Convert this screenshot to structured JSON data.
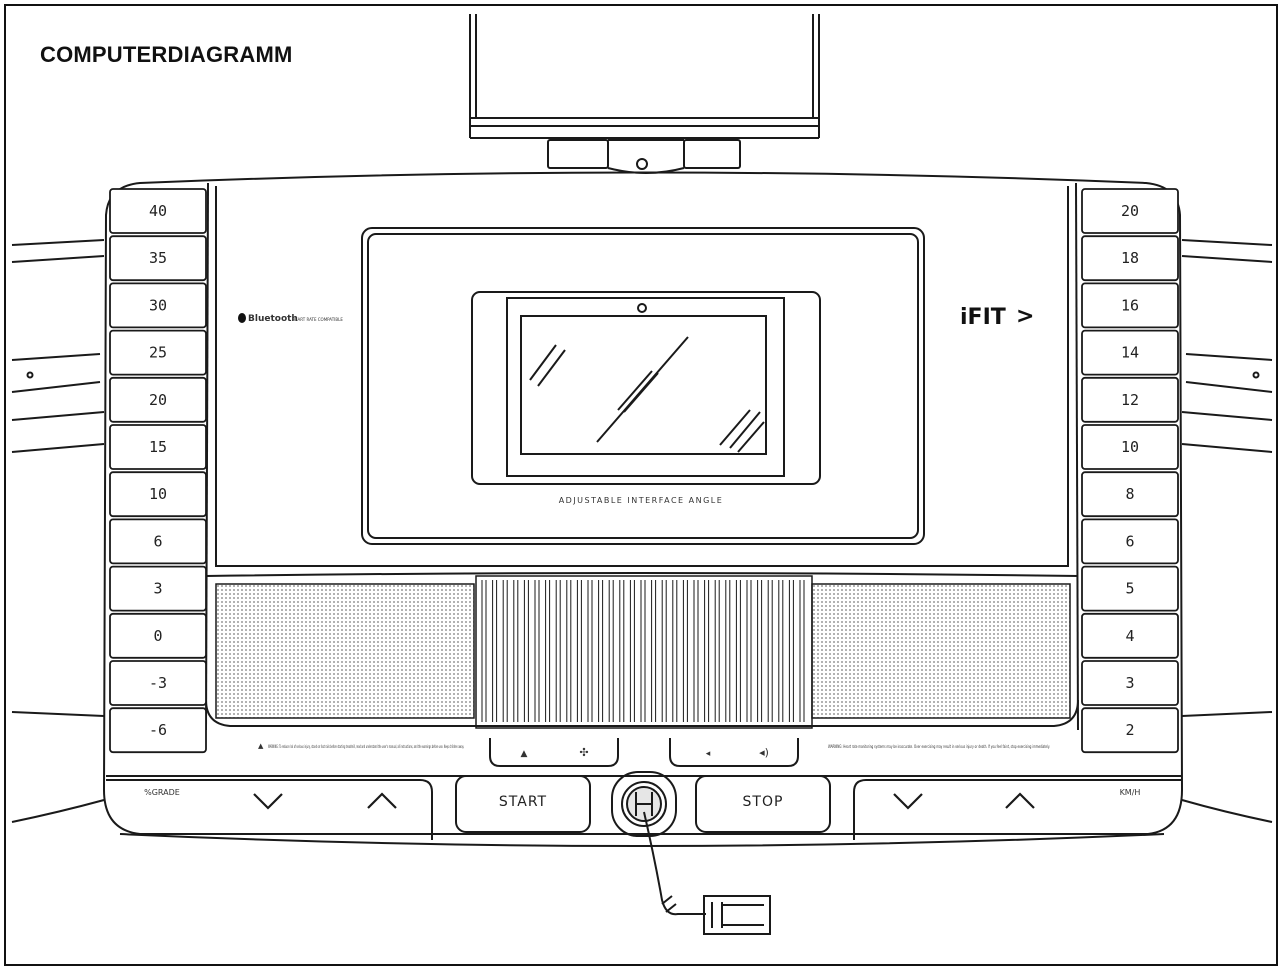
{
  "title": "COMPUTERDIAGRAMM",
  "brand": {
    "logo": "iFIT",
    "bluetooth": "Bluetooth",
    "bluetooth_caption": "HEART RATE COMPATIBLE"
  },
  "screen_caption": "ADJUSTABLE INTERFACE ANGLE",
  "incline_keys": [
    "40",
    "35",
    "30",
    "25",
    "20",
    "15",
    "10",
    "6",
    "3",
    "0",
    "-3",
    "-6"
  ],
  "speed_keys": [
    "20",
    "18",
    "16",
    "14",
    "12",
    "10",
    "8",
    "6",
    "5",
    "4",
    "3",
    "2"
  ],
  "left_label": "%GRADE",
  "right_label": "KM/H",
  "start_label": "START",
  "stop_label": "STOP",
  "warning_left": "WARNING: To reduce risk of serious injury, stand on foot rails before starting treadmill, read and understand the user's manual, all instructions, and the warnings before use. Keep children away.",
  "warning_right": "WARNING: Heart rate monitoring systems may be inaccurate. Over exercising may result in serious injury or death. If you feel faint, stop exercising immediately.",
  "colors": {
    "line": "#1a1a1a",
    "paper": "#ffffff",
    "grille": "#d6d6d6"
  }
}
